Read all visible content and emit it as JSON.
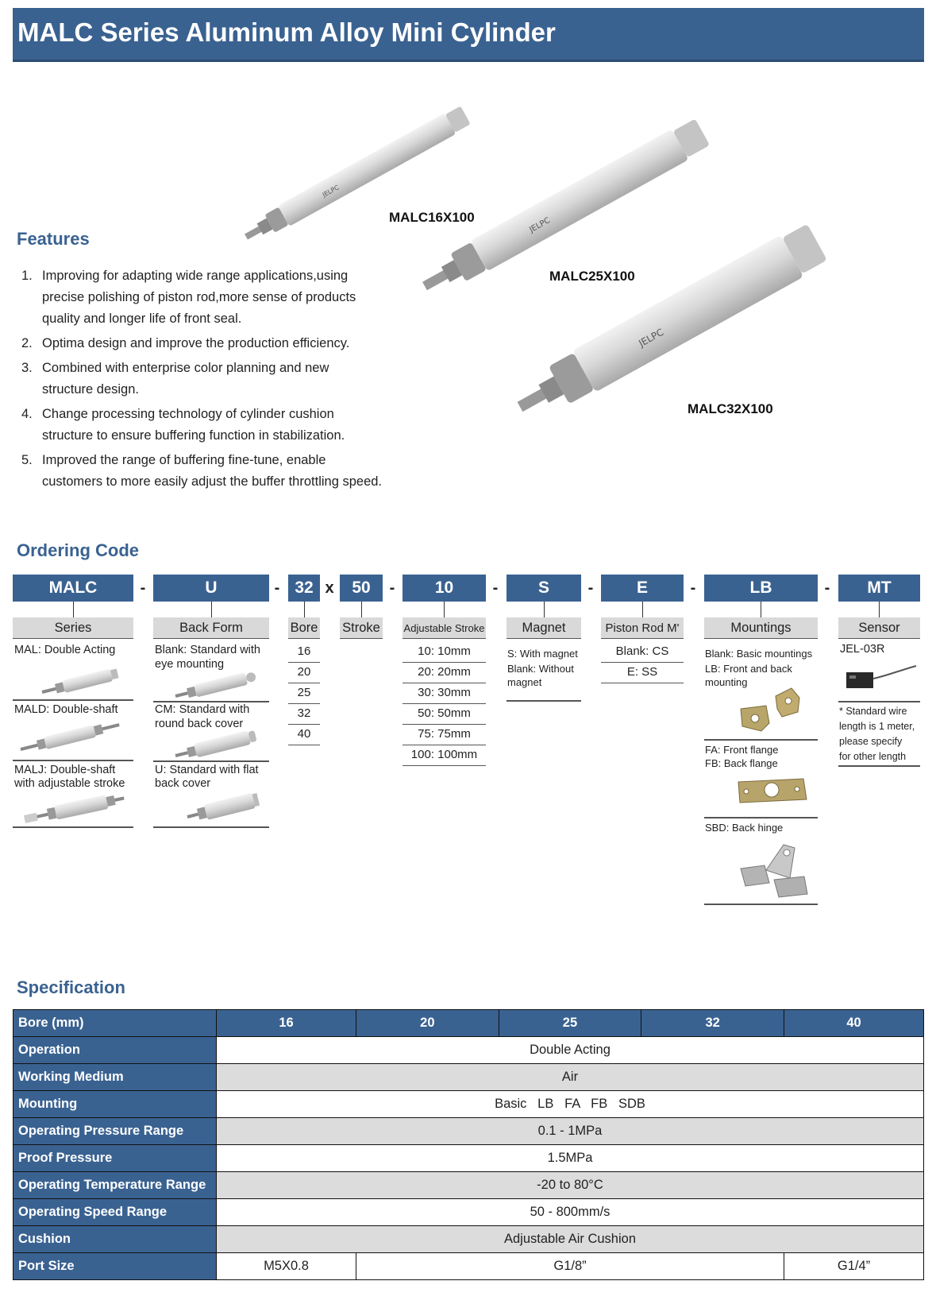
{
  "title": "MALC Series Aluminum Alloy Mini Cylinder",
  "features": {
    "heading": "Features",
    "items": [
      {
        "num": "1.",
        "lines": [
          "Improving for adapting wide range applications,using",
          "precise polishing of piston rod,more sense of products",
          "quality and longer life of front seal."
        ]
      },
      {
        "num": "2.",
        "lines": [
          "Optima design and improve the production efficiency."
        ]
      },
      {
        "num": "3.",
        "lines": [
          "Combined with enterprise color planning and new",
          "structure design."
        ]
      },
      {
        "num": "4.",
        "lines": [
          "Change processing technology of cylinder cushion",
          "structure to ensure buffering function in stabilization."
        ]
      },
      {
        "num": "5.",
        "lines": [
          "Improved the range of buffering fine-tune, enable",
          "customers to more easily adjust the buffer throttling speed."
        ]
      }
    ]
  },
  "models": [
    "MALC16X100",
    "MALC25X100",
    "MALC32X100"
  ],
  "product_brand": "JELPC",
  "ordering": {
    "heading": "Ordering Code",
    "codes": [
      "MALC",
      "U",
      "32",
      "50",
      "10",
      "S",
      "E",
      "LB",
      "MT"
    ],
    "separators": [
      "-",
      "-",
      "x",
      "-",
      "-",
      "-",
      "-",
      "-"
    ],
    "heads": [
      "Series",
      "Back Form",
      "Bore",
      "Stroke",
      "Adjustable Stroke",
      "Magnet",
      "Piston Rod M'",
      "Mountings",
      "Sensor"
    ],
    "series": [
      "MAL: Double Acting",
      "MALD: Double-shaft",
      "MALJ: Double-shaft",
      "with adjustable stroke"
    ],
    "backform": [
      "Blank: Standard with",
      "eye mounting",
      "CM: Standard with",
      "round back cover",
      "U: Standard with flat",
      "back cover"
    ],
    "bore": [
      "16",
      "20",
      "25",
      "32",
      "40"
    ],
    "adjust": [
      "10: 10mm",
      "20: 20mm",
      "30: 30mm",
      "50: 50mm",
      "75: 75mm",
      "100: 100mm"
    ],
    "magnet": [
      "S: With magnet",
      "Blank: Without",
      "magnet"
    ],
    "piston": [
      "Blank: CS",
      "E: SS"
    ],
    "mount": [
      "Blank: Basic mountings",
      "LB: Front and back",
      "mounting",
      "FA: Front flange",
      "FB: Back flange",
      "SBD: Back hinge"
    ],
    "sensor": [
      "JEL-03R",
      "* Standard wire",
      "length is 1 meter,",
      "please specify",
      "for other length"
    ]
  },
  "spec": {
    "heading": "Specification",
    "bore_label": "Bore (mm)",
    "bores": [
      "16",
      "20",
      "25",
      "32",
      "40"
    ],
    "rows": [
      {
        "label": "Operation",
        "value": "Double Acting"
      },
      {
        "label": "Working Medium",
        "value": "Air"
      },
      {
        "label": "Mounting",
        "value": "Basic   LB   FA   FB   SDB"
      },
      {
        "label": "Operating Pressure Range",
        "value": "0.1 - 1MPa"
      },
      {
        "label": "Proof Pressure",
        "value": "1.5MPa"
      },
      {
        "label": "Operating Temperature Range",
        "value": "-20 to 80°C"
      },
      {
        "label": "Operating Speed Range",
        "value": "50 - 800mm/s"
      },
      {
        "label": "Cushion",
        "value": "Adjustable Air Cushion"
      }
    ],
    "port": {
      "label": "Port Size",
      "v16": "M5X0.8",
      "v20_32": "G1/8”",
      "v40": "G1/4”"
    }
  }
}
